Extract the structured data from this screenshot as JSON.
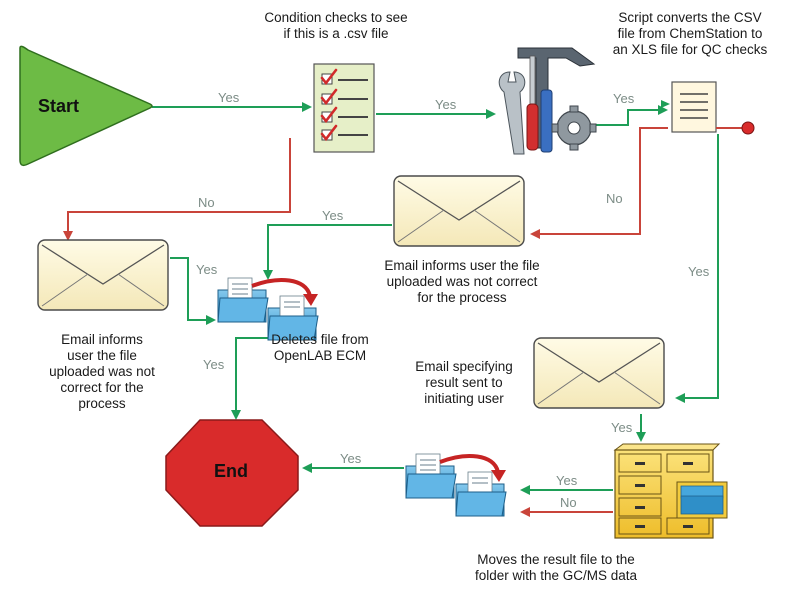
{
  "nodes": {
    "start": "Start",
    "end": "End"
  },
  "captions": {
    "condition": [
      "Condition checks to see",
      "if this is a .csv file"
    ],
    "script": [
      "Script converts the CSV",
      "file from ChemStation to",
      "an XLS file for QC checks"
    ],
    "email_left": [
      "Email informs",
      "user the file",
      "uploaded was not",
      "correct for the",
      "process"
    ],
    "email_mid": [
      "Email informs user the file",
      "uploaded was not correct",
      "for the process"
    ],
    "deletes": [
      "Deletes file from",
      "OpenLAB ECM"
    ],
    "email_result": [
      "Email specifying",
      "result sent to",
      "initiating user"
    ],
    "moves": [
      "Moves the result file to the",
      "folder with the GC/MS data"
    ]
  },
  "edge_labels": {
    "start_to_condition": "Yes",
    "condition_to_tools": "Yes",
    "condition_no": "No",
    "tools_to_script": "Yes",
    "script_no": "No",
    "script_yes": "Yes",
    "email_mid_yes": "Yes",
    "email_left_yes": "Yes",
    "delete_to_end": "Yes",
    "cabinet_yes": "Yes",
    "cabinet_yes_left": "Yes",
    "cabinet_no": "No",
    "folders_to_end": "Yes"
  },
  "colors": {
    "start_fill": "#6dbb45",
    "end_fill": "#d92b2b",
    "yes_arrow": "#1e9e57",
    "no_arrow": "#c9443a",
    "envelope_fill": "#fdf5d6",
    "checklist_fill": "#e6efc8",
    "folder_fill": "#46a7dd",
    "cabinet_fill": "#f5d04a"
  },
  "icons": [
    "checklist-icon",
    "tools-icon",
    "document-icon",
    "envelope-icon",
    "folder-transfer-icon",
    "file-cabinet-icon"
  ]
}
